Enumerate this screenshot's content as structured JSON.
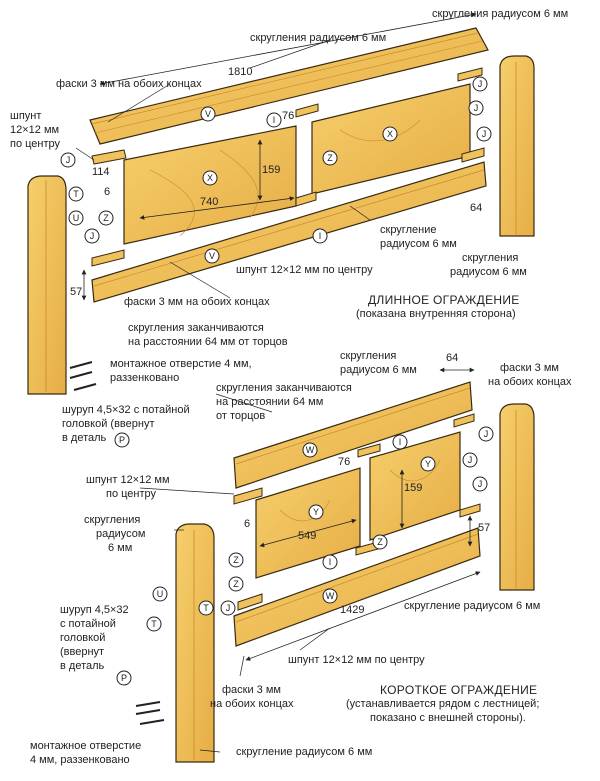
{
  "colors": {
    "wood": "#f0c25e",
    "wood_dark": "#e2a53d",
    "wood_grain": "#c98a2c",
    "outline": "#3a2a12",
    "label_bg": "#ffffff"
  },
  "top": {
    "title": "ДЛИННОЕ ОГРАЖДЕНИЕ",
    "subtitle": "(показана внутренняя сторона)",
    "annotations": {
      "rounding_top_center": "скругления радиусом 6 мм",
      "rounding_top_right": "скругления радиусом 6 мм",
      "chamfer_top": "фаски 3 мм на обоих концах",
      "tongue_left": [
        "шпунт",
        "12×12 мм",
        "по центру"
      ],
      "rounding_mid": [
        "скругление",
        "радиусом 6 мм"
      ],
      "rounding_post_right": [
        "скругления",
        "радиусом 6 мм"
      ],
      "tongue_bottom": "шпунт 12×12 мм по центру",
      "chamfer_bottom": "фаски 3 мм на обоих концах",
      "rounding_ends": [
        "скругления заканчиваются",
        "на расстоянии 64 мм от торцов"
      ],
      "mount_hole": [
        "монтажное отверстие 4 мм,",
        "раззенковано"
      ],
      "screw": [
        "шуруп 4,5×32 с потайной",
        "головкой (ввернут",
        "в деталь"
      ]
    },
    "dimensions": {
      "length": "1810",
      "d76": "76",
      "d114": "114",
      "d6": "6",
      "d159": "159",
      "d740": "740",
      "d64": "64",
      "d57": "57"
    },
    "part_labels": {
      "V": "V",
      "I": "I",
      "X": "X",
      "Z": "Z",
      "J": "J",
      "T": "T",
      "U": "U",
      "P": "P"
    }
  },
  "bottom": {
    "title": "КОРОТКОЕ ОГРАЖДЕНИЕ",
    "subtitle": [
      "(устанавливается рядом с лестницей;",
      "показано с внешней стороны)."
    ],
    "annotations": {
      "rounding_top": [
        "скругления",
        "радиусом 6 мм"
      ],
      "chamfer_top": [
        "фаски 3 мм",
        "на обоих концах"
      ],
      "rounding_ends": [
        "скругления заканчиваются",
        "на расстоянии 64 мм",
        "от торцов"
      ],
      "tongue_left": [
        "шпунт 12×12 мм",
        "по центру"
      ],
      "rounding_post": [
        "скругления",
        "радиусом",
        "6 мм"
      ],
      "rounding_right": "скругление радиусом 6 мм",
      "screw": [
        "шуруп 4,5×32",
        "с потайной",
        "головкой",
        "(ввернут",
        "в деталь"
      ],
      "tongue_bottom": "шпунт 12×12 мм по центру",
      "chamfer_bottom": [
        "фаски 3 мм",
        "на обоих концах"
      ],
      "mount_hole": [
        "монтажное отверстие",
        "4 мм, раззенковано"
      ],
      "rounding_bottom": "скругление радиусом 6 мм"
    },
    "dimensions": {
      "d64": "64",
      "d76": "76",
      "d159": "159",
      "d6": "6",
      "d549": "549",
      "d57": "57",
      "length": "1429"
    },
    "part_labels": {
      "W": "W",
      "I": "I",
      "Y": "Y",
      "Z": "Z",
      "J": "J",
      "T": "T",
      "U": "U",
      "P": "P"
    }
  }
}
